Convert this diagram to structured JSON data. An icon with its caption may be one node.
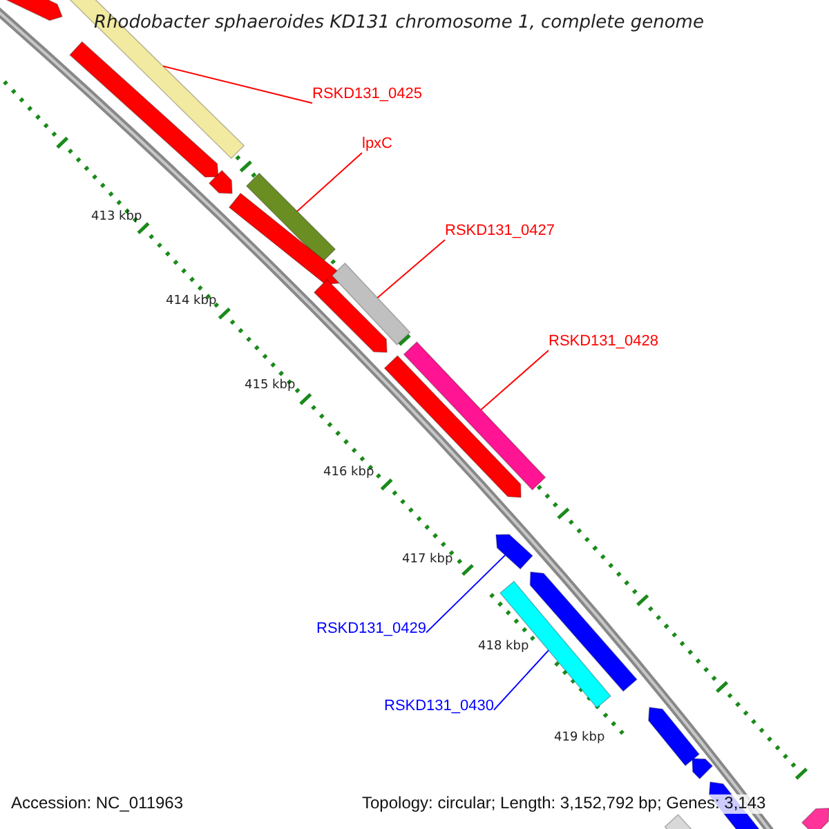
{
  "diagram": {
    "title": "Rhodobacter sphaeroides KD131 chromosome 1, complete genome",
    "nodes": [
      {
        "text": [
          "RSKD131_0425"
        ]
      },
      {
        "text": [
          "lpxC"
        ]
      },
      {
        "text": [
          "RSKD131_0427"
        ]
      },
      {
        "text": [
          "RSKD131_0428"
        ]
      },
      {
        "text": [
          "RSKD131_0429"
        ]
      },
      {
        "text": [
          "RSKD131_0430"
        ]
      },
      {
        "text": [],
        "shape": "bar"
      },
      {
        "text": [],
        "shape": "bar"
      },
      {
        "text": [],
        "shape": "bar"
      },
      {
        "text": [],
        "shape": "bar"
      },
      {
        "text": [],
        "shape": "bar"
      },
      {
        "text": [],
        "shape": "bar"
      },
      {
        "text": [],
        "shape": "bar"
      },
      {
        "text": [],
        "shape": "bar"
      },
      {
        "text": [],
        "shape": "bar"
      },
      {
        "text": [],
        "shape": "bar"
      },
      {
        "text": [],
        "shape": "bar"
      },
      {
        "text": [],
        "shape": "bar"
      },
      {
        "text": [],
        "shape": "bar"
      },
      {
        "text": [],
        "shape": "bar"
      },
      {
        "text": [],
        "shape": "bar"
      },
      {
        "text": [],
        "shape": "bar"
      },
      {
        "text": [],
        "shape": "bar"
      },
      {
        "text": [],
        "shape": "bar"
      }
    ],
    "edges": [
      {
        "from": 0,
        "to": 7,
        "arrow": "none"
      },
      {
        "from": 1,
        "to": 10,
        "arrow": "none"
      },
      {
        "from": 2,
        "to": 12,
        "arrow": "none"
      },
      {
        "from": 3,
        "to": 14,
        "arrow": "none"
      },
      {
        "from": 4,
        "to": 16,
        "arrow": "none",
        "color": "#0000ff"
      },
      {
        "from": 5,
        "to": 18,
        "arrow": "none",
        "color": "#0000ff"
      }
    ],
    "labels": [
      "413 kbp",
      "414 kbp",
      "415 kbp",
      "416 kbp",
      "417 kbp",
      "418 kbp",
      "419 kbp",
      "Accession: NC_011963",
      "Topology: circular; Length: 3,152,792 bp; Genes: 3,143"
    ]
  }
}
